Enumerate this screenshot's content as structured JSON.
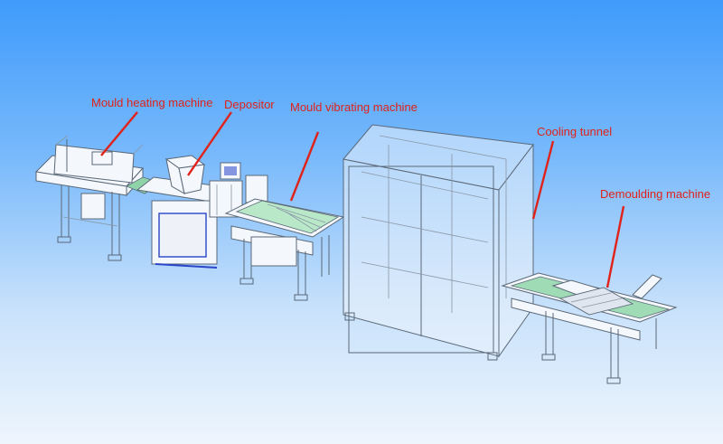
{
  "labels": {
    "mould_heating": "Mould heating machine",
    "depositor": "Depositor",
    "mould_vibrating": "Mould vibrating machine",
    "cooling_tunnel": "Cooling tunnel",
    "demoulding": "Demoulding machine"
  },
  "colors": {
    "background_top": "#3f9bfb",
    "background_bottom": "#eef5fd",
    "label": "#e0221a",
    "line_art": "#5a6878",
    "belt": "#8fd4a8",
    "accent_blue": "#2a45c8"
  }
}
